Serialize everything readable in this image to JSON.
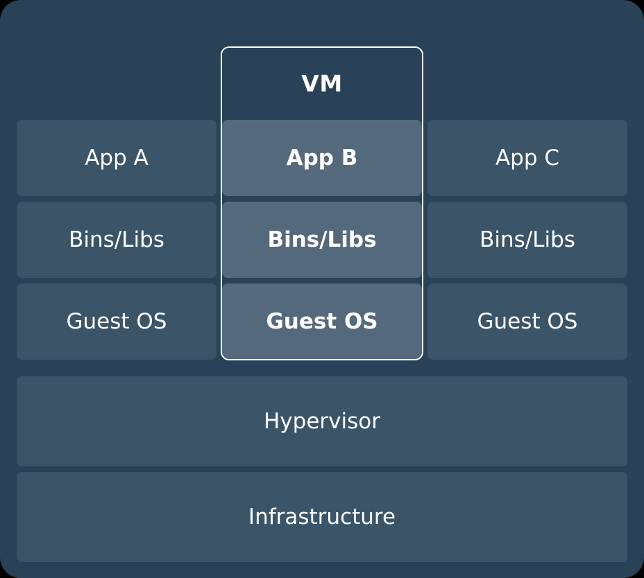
{
  "diagram": {
    "type": "virtual-machine-architecture-stack",
    "highlight": {
      "label": "VM",
      "column_index": 1
    },
    "colors": {
      "canvas_background": "#2a4257",
      "box_normal": "#3b5468",
      "box_highlight": "#54697c",
      "text": "#ffffff",
      "frame_border": "#ffffff"
    },
    "columns": [
      {
        "id": "left",
        "highlighted": false,
        "cells": [
          "App A",
          "Bins/Libs",
          "Guest OS"
        ]
      },
      {
        "id": "middle",
        "highlighted": true,
        "cells": [
          "App B",
          "Bins/Libs",
          "Guest OS"
        ]
      },
      {
        "id": "right",
        "highlighted": false,
        "cells": [
          "App C",
          "Bins/Libs",
          "Guest OS"
        ]
      }
    ],
    "rows": [
      {
        "id": "app",
        "left": "App A",
        "middle": "App B",
        "right": "App C"
      },
      {
        "id": "binslibs",
        "left": "Bins/Libs",
        "middle": "Bins/Libs",
        "right": "Bins/Libs"
      },
      {
        "id": "guestos",
        "left": "Guest OS",
        "middle": "Guest OS",
        "right": "Guest OS"
      }
    ],
    "base_layers": [
      {
        "id": "hypervisor",
        "label": "Hypervisor"
      },
      {
        "id": "infrastructure",
        "label": "Infrastructure"
      }
    ]
  }
}
